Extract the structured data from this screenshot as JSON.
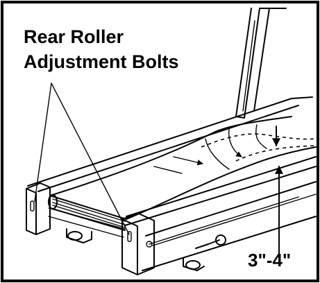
{
  "labels": {
    "bolts_line1": "Rear Roller",
    "bolts_line2": "Adjustment Bolts",
    "measurement": "3\"-4\""
  },
  "colors": {
    "ink": "#000000",
    "paper": "#ffffff"
  }
}
